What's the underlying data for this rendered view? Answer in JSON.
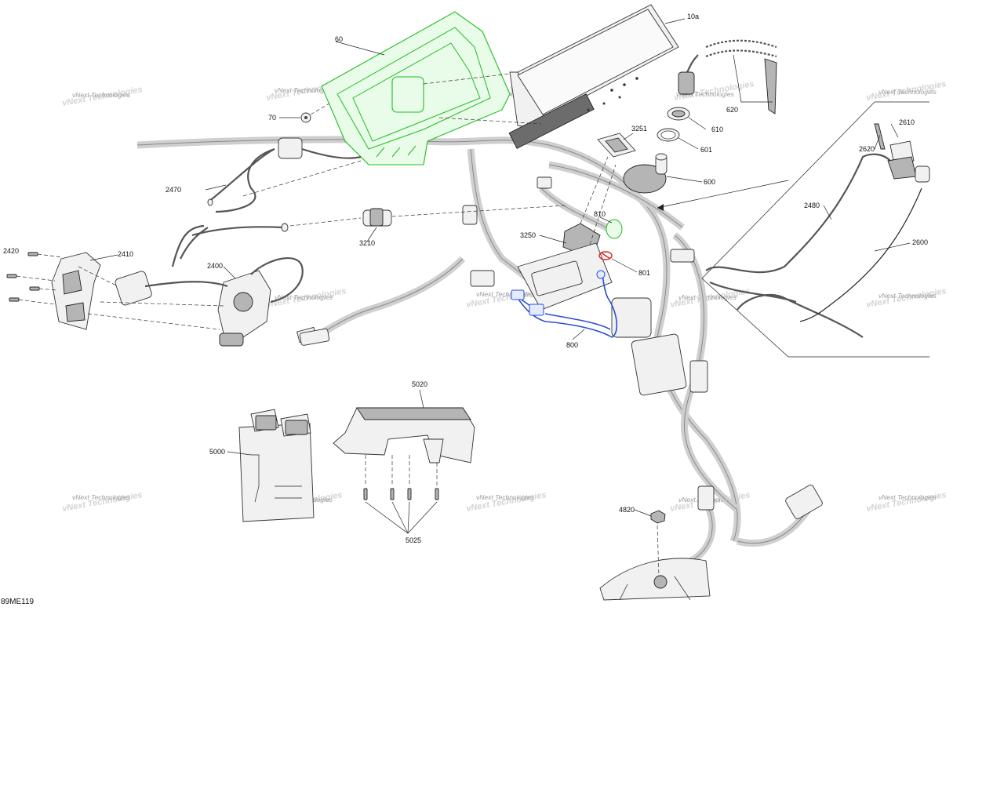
{
  "diagram_code": "89ME119",
  "watermark_text": "vNext Technologies",
  "colors": {
    "line": "#333333",
    "highlight_green": "#1fbf1f",
    "highlight_blue": "#2a4fd6",
    "highlight_red": "#e0201c",
    "harness_fill": "#cfcfcf"
  },
  "callouts": {
    "c10a": "10a",
    "c60": "60",
    "c70": "70",
    "c620": "620",
    "c610": "610",
    "c601": "601",
    "c3251": "3251",
    "c600": "600",
    "c2610": "2610",
    "c2620": "2620",
    "c2470": "2470",
    "c3210": "3210",
    "c810": "810",
    "c3250": "3250",
    "c801": "801",
    "c2480": "2480",
    "c2600": "2600",
    "c2420": "2420",
    "c2410": "2410",
    "c2400": "2400",
    "c800": "800",
    "c5020": "5020",
    "c5000": "5000",
    "c5025": "5025",
    "c4820": "4820"
  }
}
